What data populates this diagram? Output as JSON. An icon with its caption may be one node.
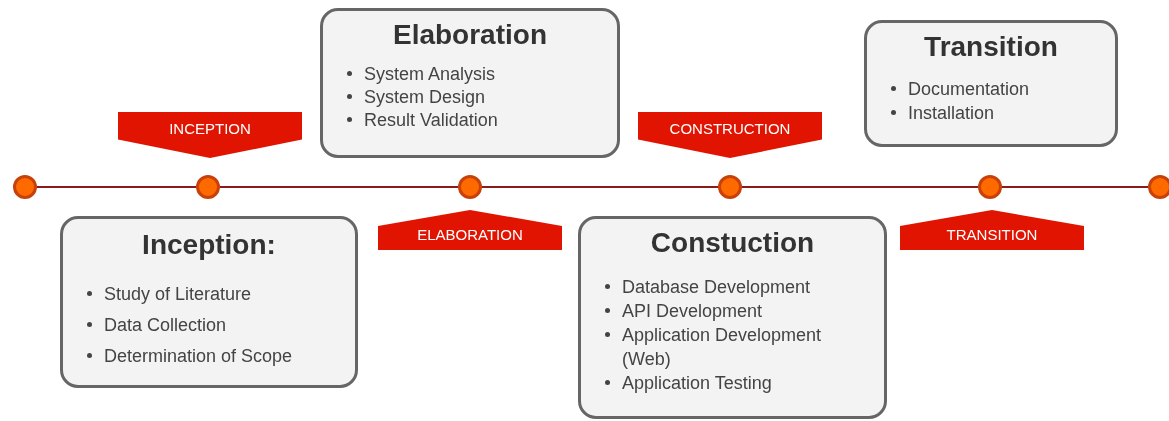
{
  "diagram": {
    "nodes": [
      {
        "text": [
          "Elaboration",
          "System Analysis",
          "System Design",
          "Result Validation"
        ]
      },
      {
        "text": [
          "Transition",
          "Documentation",
          "Installation"
        ]
      },
      {
        "text": [
          "INCEPTION"
        ]
      },
      {
        "text": [
          "CONSTRUCTION"
        ]
      },
      {
        "text": [],
        "shape": "circle"
      },
      {
        "text": [],
        "shape": "circle"
      },
      {
        "text": [],
        "shape": "circle"
      },
      {
        "text": [],
        "shape": "circle"
      },
      {
        "text": [],
        "shape": "circle"
      },
      {
        "text": [],
        "shape": "circle"
      },
      {
        "text": [
          "ELABORATION"
        ]
      },
      {
        "text": [
          "TRANSITION"
        ]
      },
      {
        "text": [
          "Inception:",
          "Study of Literature",
          "Data Collection",
          "Determination of Scope"
        ]
      },
      {
        "text": [
          "Constuction",
          "Database Development",
          "API Development",
          "Application Development (Web)",
          "Application Testing"
        ]
      }
    ],
    "edges": [
      {
        "from": 4,
        "to": 5,
        "arrow": "none"
      },
      {
        "from": 5,
        "to": 6,
        "arrow": "none"
      },
      {
        "from": 6,
        "to": 7,
        "arrow": "none"
      },
      {
        "from": 7,
        "to": 8,
        "arrow": "none"
      },
      {
        "from": 8,
        "to": 9,
        "arrow": "none"
      }
    ]
  }
}
